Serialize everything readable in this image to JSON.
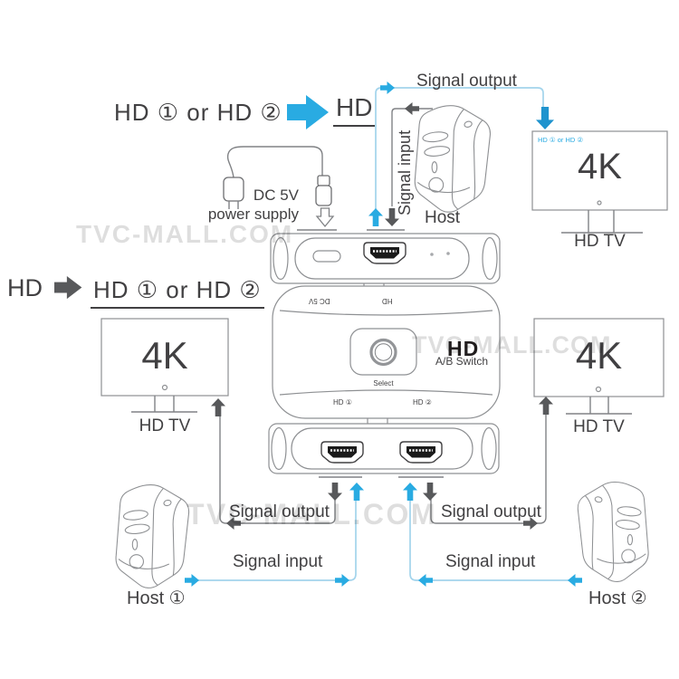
{
  "colors": {
    "accent_blue": "#29ABE2",
    "accent_blue_dark": "#1F93CE",
    "gray_arrow": "#58595B",
    "cyan_line": "#A3D4EC",
    "text": "#414042",
    "watermark": "rgba(0,0,0,0.13)"
  },
  "watermark": "TVC-MALL.COM",
  "top": {
    "formula_lhs": "HD ① or HD ②",
    "formula_rhs": "HD",
    "power_line1": "DC 5V",
    "power_line2": "power supply",
    "signal_output": "Signal output",
    "signal_input": "Signal input",
    "host": "Host",
    "tv_osd": "HD ① or HD ②",
    "tv_screen": "4K",
    "tv_label": "HD TV"
  },
  "middle": {
    "formula_lhs": "HD",
    "formula_rhs": "HD ① or HD ②",
    "tv_left_screen": "4K",
    "tv_left_label": "HD TV",
    "tv_right_screen": "4K",
    "tv_right_label": "HD TV",
    "switch": {
      "rear_dc": "DC 5V",
      "rear_hd": "HD",
      "logo": "HD",
      "logo_sub": "A/B Switch",
      "select": "Select",
      "port1": "HD ①",
      "port2": "HD ②"
    }
  },
  "bottom": {
    "left": {
      "signal_output": "Signal output",
      "signal_input": "Signal input",
      "host": "Host ①"
    },
    "right": {
      "signal_output": "Signal output",
      "signal_input": "Signal input",
      "host": "Host ②"
    }
  }
}
